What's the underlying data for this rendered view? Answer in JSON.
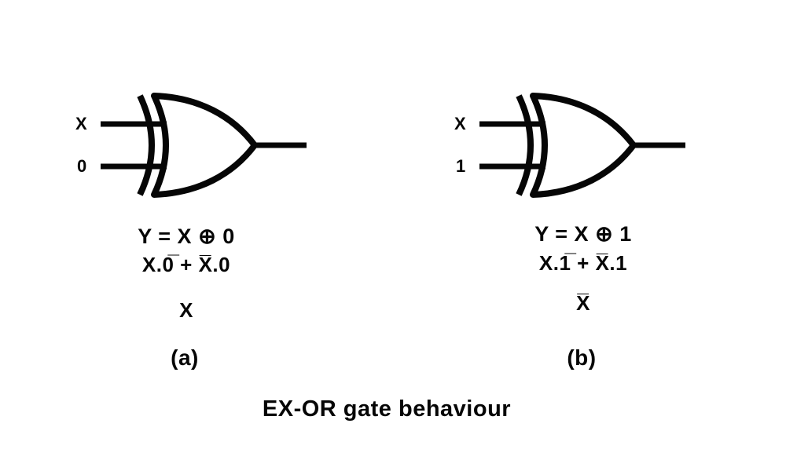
{
  "caption": "EX-OR gate behaviour",
  "gates": {
    "a": {
      "input_top": "X",
      "input_bottom": "0",
      "eq1": "Y = X ⊕ 0",
      "eq2": "X.0̅ + X̅.0",
      "eq3": "X",
      "label": "(a)"
    },
    "b": {
      "input_top": "X",
      "input_bottom": "1",
      "eq1": "Y = X ⊕ 1",
      "eq2": "X.1̅ + X̅.1",
      "eq3": "X̅",
      "label": "(b)"
    }
  }
}
